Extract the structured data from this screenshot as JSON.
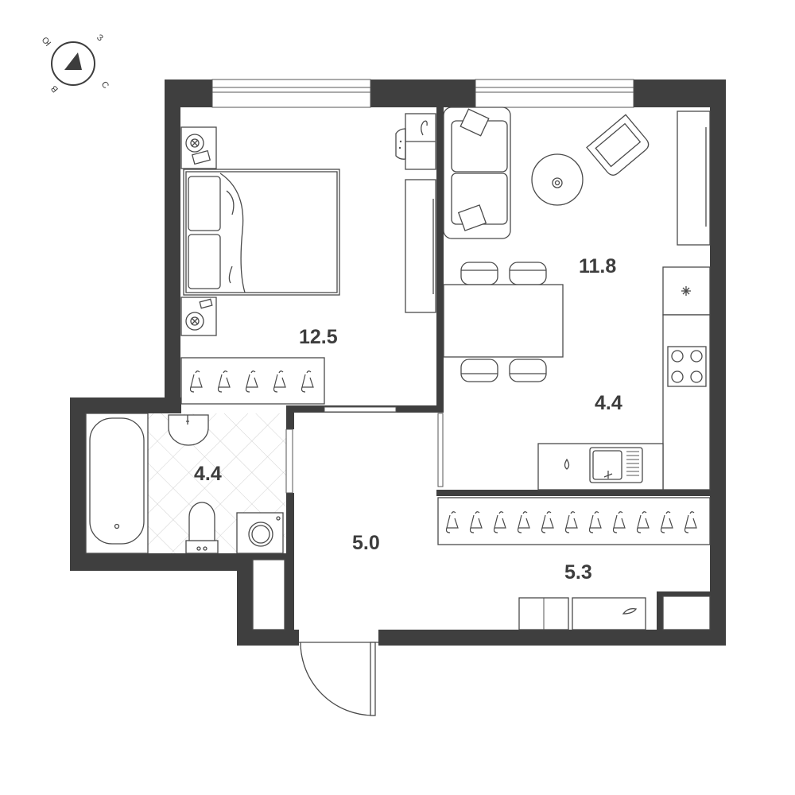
{
  "compass": {
    "letters": [
      "З",
      "С",
      "В",
      "Ю"
    ]
  },
  "rooms": [
    {
      "id": "bedroom",
      "area": "12.5"
    },
    {
      "id": "living",
      "area": "11.8"
    },
    {
      "id": "kitchen",
      "area": "4.4"
    },
    {
      "id": "bathroom",
      "area": "4.4"
    },
    {
      "id": "hallway",
      "area": "5.0"
    },
    {
      "id": "corridor",
      "area": "5.3"
    }
  ],
  "colors": {
    "wall": "#3f3f3f",
    "line": "#4a4a4a",
    "tile": "#d8d8d8",
    "label": "#3d3d3d"
  }
}
